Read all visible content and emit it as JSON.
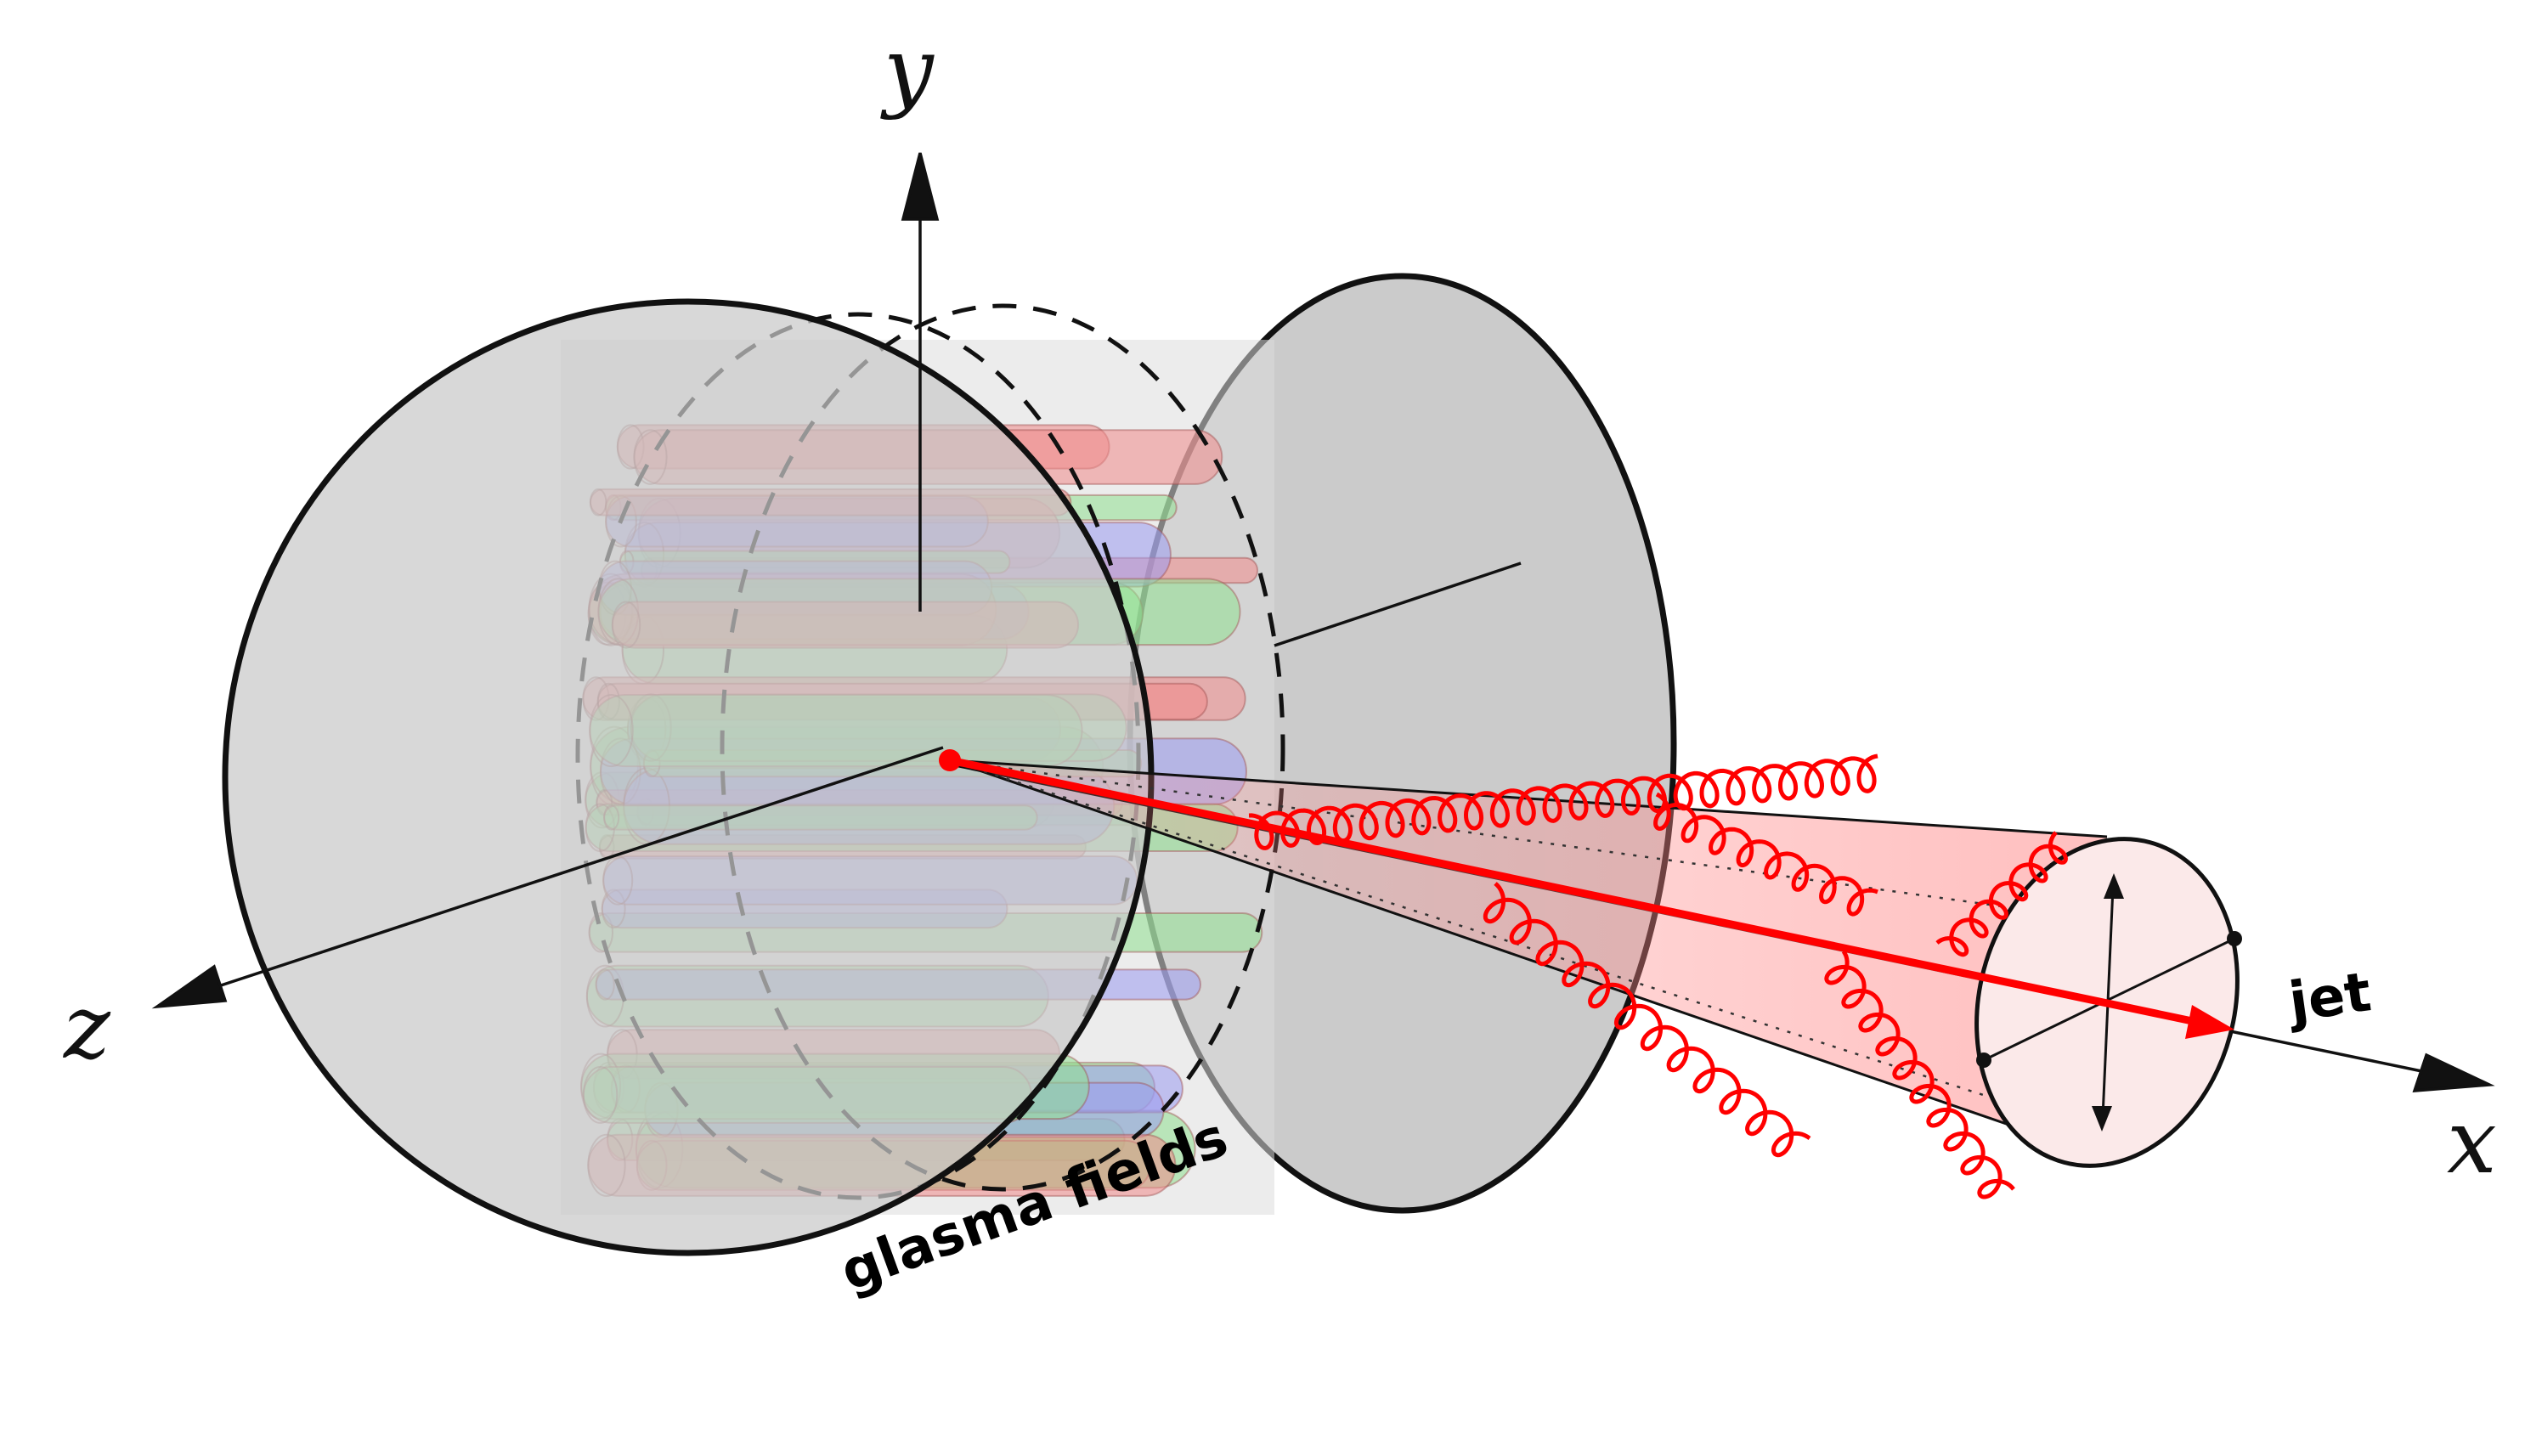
{
  "axes": {
    "x_label": "x",
    "y_label": "y",
    "z_label": "z"
  },
  "labels": {
    "jet": "jet",
    "glasma_fields": "glasma fields"
  },
  "colors": {
    "nucleus_fill": "#cfcfcf",
    "outline": "#111111",
    "jet": "#ff0000",
    "jet_cone": "#ff9b9b",
    "flux_tube_red": "#f08a8a",
    "flux_tube_green": "#8fe08f",
    "flux_tube_blue": "#9a9af0"
  },
  "icons": {
    "axis_arrowheads": "triangle-arrowhead",
    "gluons": "curly-gluon-line",
    "jet_direction": "arrow"
  }
}
